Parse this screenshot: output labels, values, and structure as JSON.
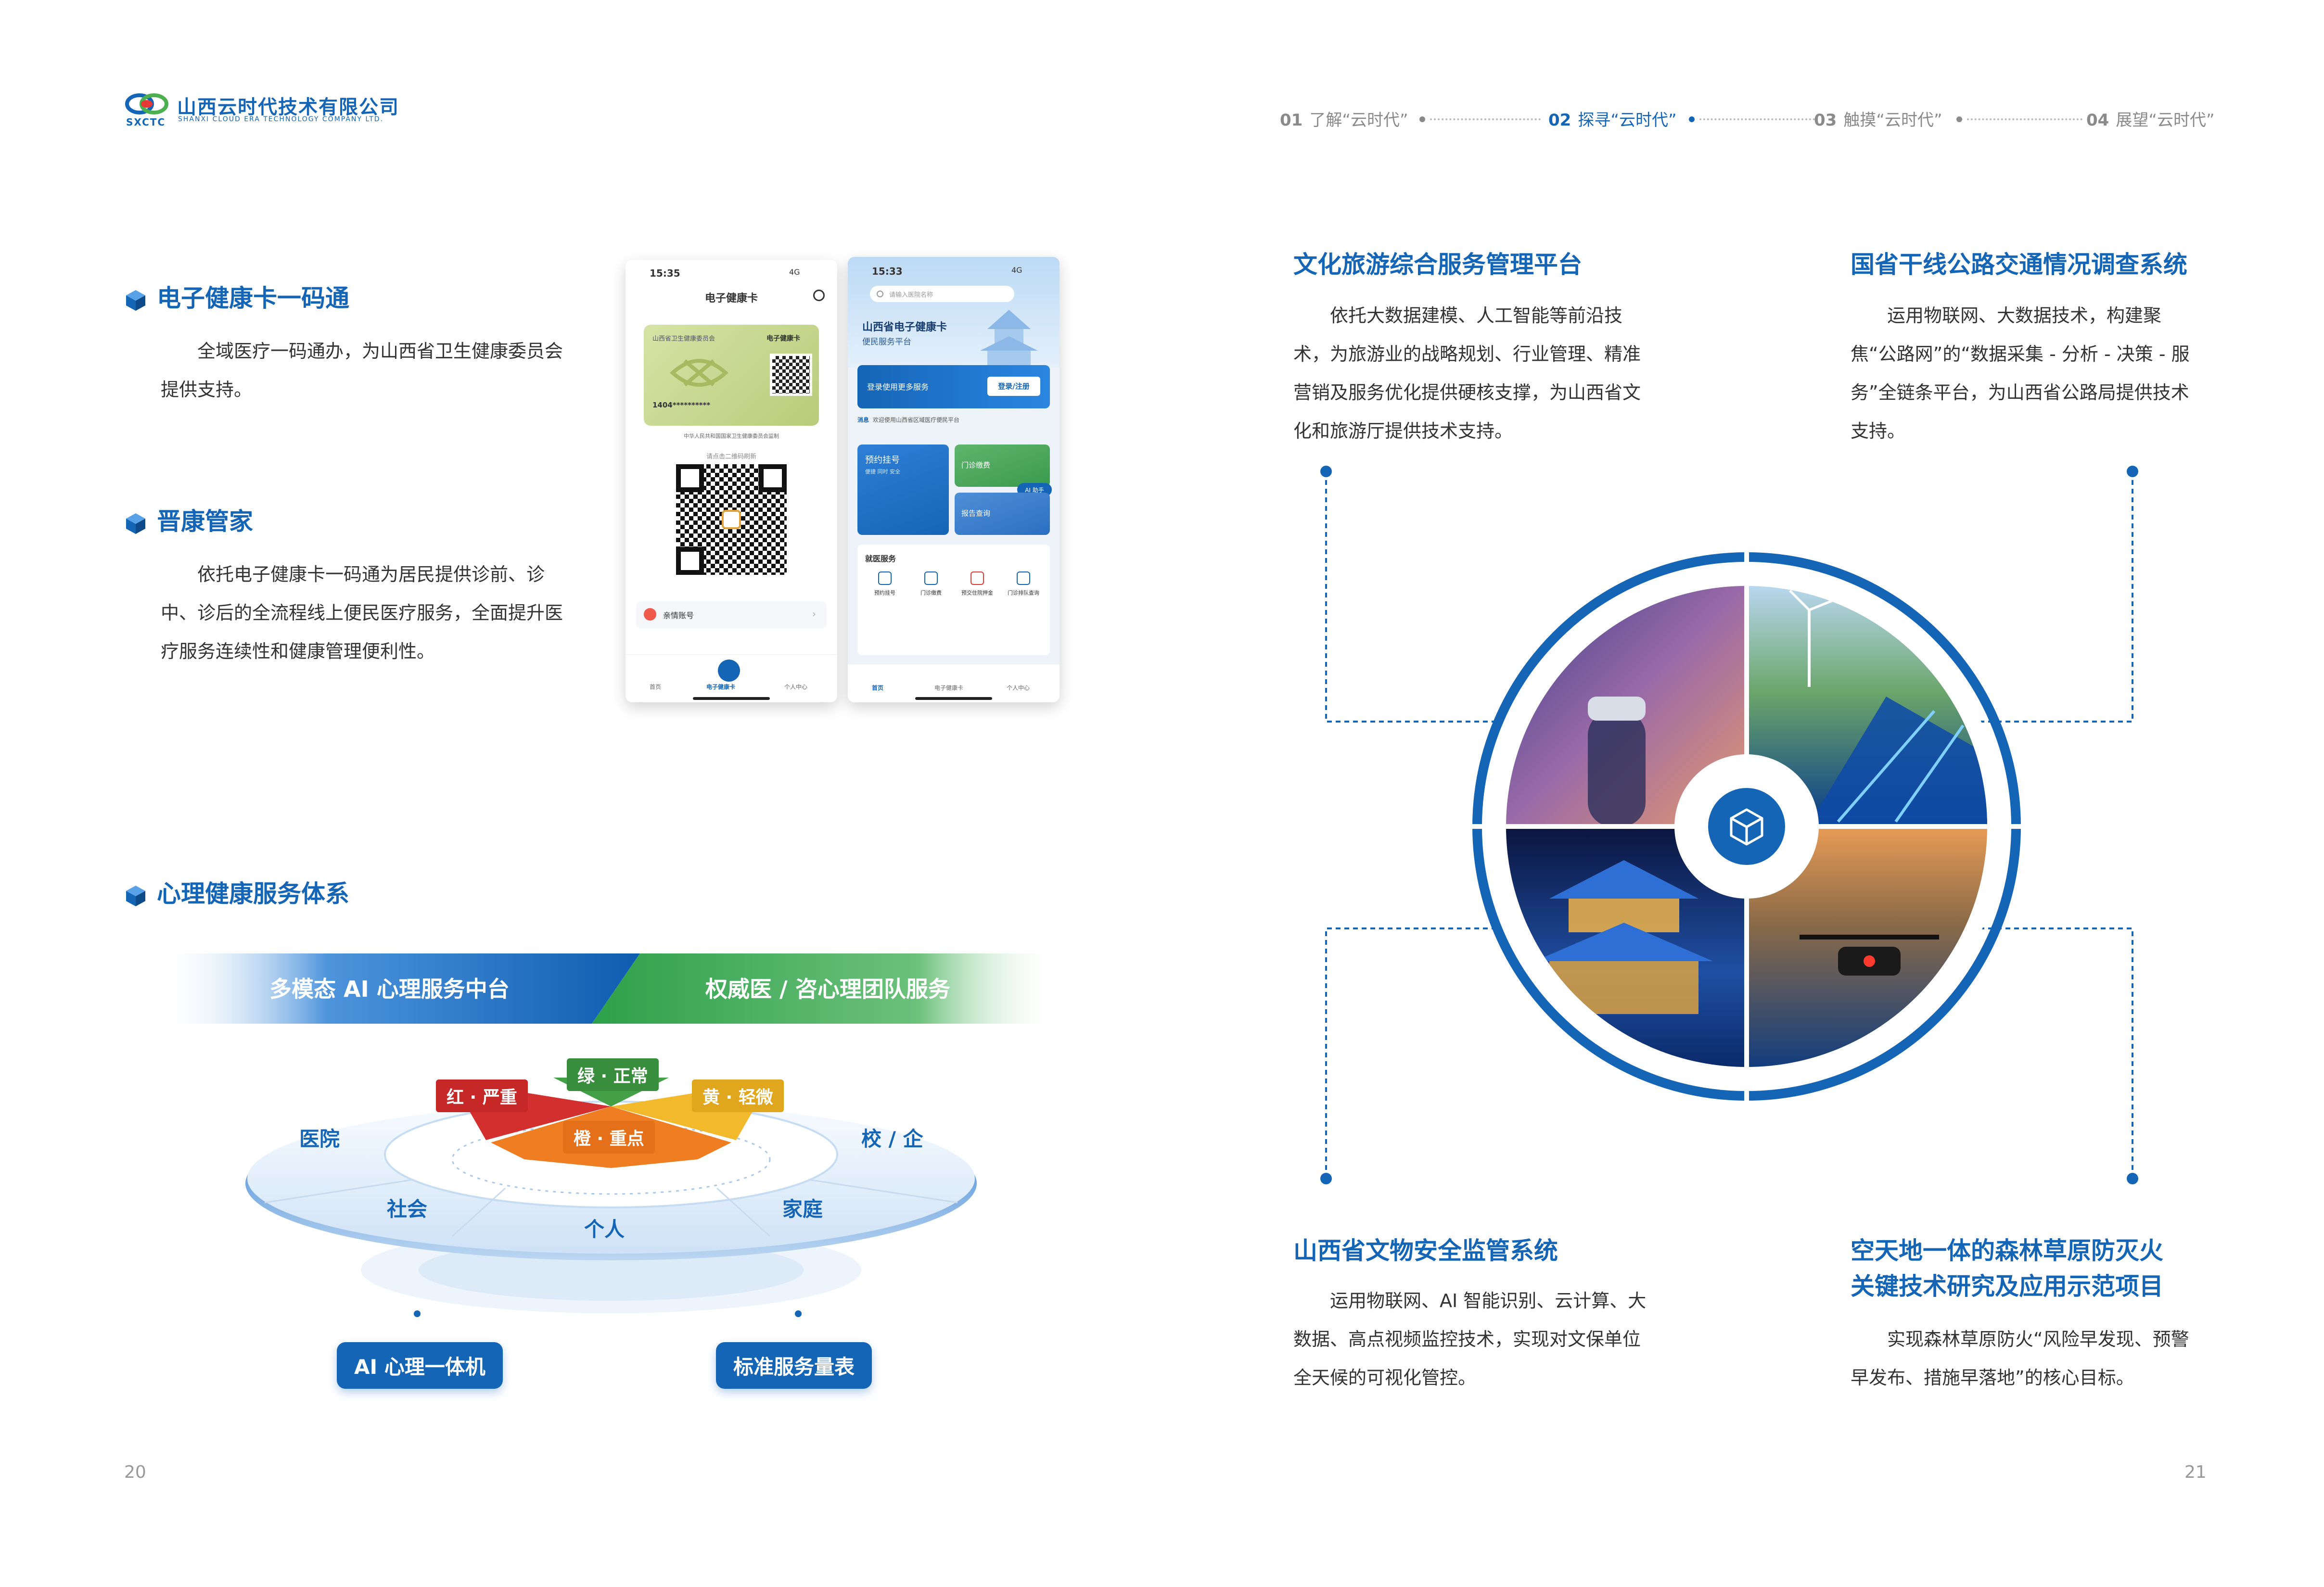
{
  "header": {
    "company_cn": "山西云时代技术有限公司",
    "company_en": "SHANXI CLOUD ERA TECHNOLOGY COMPANY LTD.",
    "abbr": "SXCTC",
    "nav": [
      {
        "num": "01",
        "label": "了解“云时代”",
        "active": false
      },
      {
        "num": "02",
        "label": "探寻“云时代”",
        "active": true
      },
      {
        "num": "03",
        "label": "触摸“云时代”",
        "active": false
      },
      {
        "num": "04",
        "label": "展望“云时代”",
        "active": false
      }
    ]
  },
  "left": {
    "s1": {
      "title": "电子健康卡一码通",
      "body": "全域医疗一码通办，为山西省卫生健康委员会提供支持。"
    },
    "s2": {
      "title": "晋康管家",
      "body": "依托电子健康卡一码通为居民提供诊前、诊中、诊后的全流程线上便民医疗服务，全面提升医疗服务连续性和健康管理便利性。"
    },
    "s3": {
      "title": "心理健康服务体系"
    },
    "banner": {
      "left": "多模态 AI 心理服务中台",
      "right": "权威医 / 咨心理团队服务"
    },
    "levels": {
      "red": "红 · 严重",
      "green": "绿 · 正常",
      "yellow": "黄 · 轻微",
      "orange": "橙 · 重点"
    },
    "ring": {
      "hospital": "医院",
      "school": "校 / 企",
      "society": "社会",
      "family": "家庭",
      "individual": "个人"
    },
    "pills": {
      "left": "AI 心理一体机",
      "right": "标准服务量表"
    },
    "page_number": "20"
  },
  "phone1": {
    "time": "15:35",
    "signal": "4G",
    "title": "电子健康卡",
    "card_org": "山西省卫生健康委员会",
    "card_label": "电子健康卡",
    "card_number": "1404**********",
    "card_footer": "中华人民共和国国家卫生健康委员会监制",
    "qr_hint": "请点击二维码刷新",
    "family": "亲情账号",
    "tabs": [
      "首页",
      "电子健康卡",
      "个人中心"
    ]
  },
  "phone2": {
    "time": "15:33",
    "signal": "4G",
    "search_placeholder": "请输入医院名称",
    "hero_title": "山西省电子健康卡",
    "hero_sub": "便民服务平台",
    "login_text": "登录使用更多服务",
    "login_btn": "登录/注册",
    "notice_tag": "消息",
    "notice": "欢迎使用山西省区域医疗便民平台",
    "tiles": {
      "appointment": "预约挂号",
      "appointment_sub": "便捷 同时 安全",
      "payment": "门诊缴费",
      "ai": "AI 助手",
      "report": "报告查询"
    },
    "service_title": "就医服务",
    "services": [
      "预约挂号",
      "门诊缴费",
      "预交住院押金",
      "门诊排队查询"
    ],
    "tabs": [
      "首页",
      "电子健康卡",
      "个人中心"
    ]
  },
  "right": {
    "tl": {
      "title": "文化旅游综合服务管理平台",
      "body": "依托大数据建模、人工智能等前沿技术，为旅游业的战略规划、行业管理、精准营销及服务优化提供硬核支撑，为山西省文化和旅游厅提供技术支持。"
    },
    "tr": {
      "title": "国省干线公路交通情况调查系统",
      "body": "运用物联网、大数据技术，构建聚焦“公路网”的“数据采集 - 分析 - 决策 - 服务”全链条平台，为山西省公路局提供技术支持。"
    },
    "bl": {
      "title": "山西省文物安全监管系统",
      "body": "运用物联网、AI 智能识别、云计算、大数据、高点视频监控技术，实现对文保单位全天候的可视化管控。"
    },
    "br": {
      "title_l1": "空天地一体的森林草原防灭火",
      "title_l2": "关键技术研究及应用示范项目",
      "body": "实现森林草原防火“风险早发现、预警早发布、措施早落地”的核心目标。"
    },
    "page_number": "21"
  },
  "colors": {
    "primary": "#1565b7",
    "green": "#4caf50",
    "red": "#d32f2f",
    "yellow": "#f2b92c",
    "orange": "#ef7d22"
  }
}
